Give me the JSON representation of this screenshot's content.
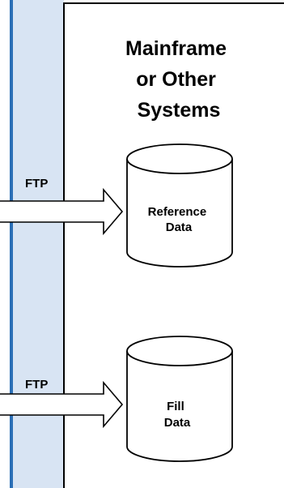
{
  "box": {
    "title_lines": [
      "Mainframe",
      "or Other",
      "Systems"
    ]
  },
  "connections": [
    {
      "label": "FTP",
      "target": "Reference Data"
    },
    {
      "label": "FTP",
      "target": "Fill Data"
    }
  ],
  "databases": [
    {
      "lines": [
        "Reference",
        "Data"
      ]
    },
    {
      "lines": [
        "Fill",
        "Data"
      ]
    }
  ],
  "colors": {
    "band": "#d8e4f3",
    "band_edge": "#2b6fb6",
    "stroke": "#000000",
    "background": "#ffffff"
  }
}
